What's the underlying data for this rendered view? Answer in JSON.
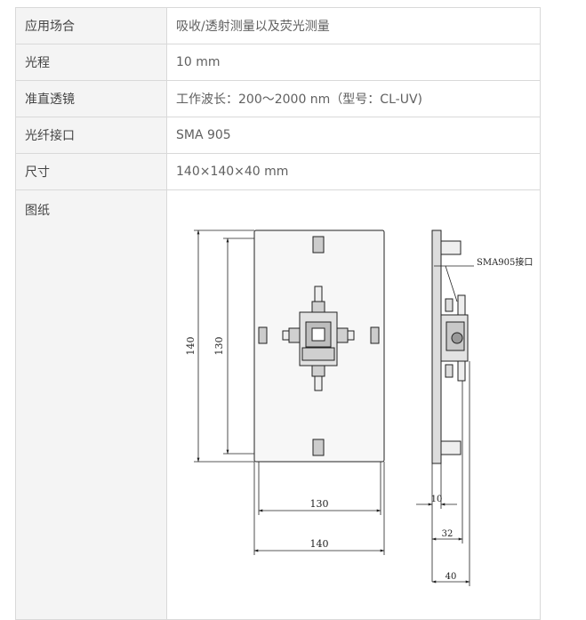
{
  "rows": [
    {
      "key": "应用场合",
      "value": "吸收/透射测量以及荧光测量"
    },
    {
      "key": "光程",
      "value": "10 mm"
    },
    {
      "key": "准直透镜",
      "value": "工作波长：200～2000 nm（型号：CL-UV)"
    },
    {
      "key": "光纤接口",
      "value": "SMA 905"
    },
    {
      "key": "尺寸",
      "value": "140×140×40 mm"
    }
  ],
  "drawing": {
    "label": "图纸",
    "dims": {
      "height_outer": "140",
      "height_inner": "130",
      "width_inner": "130",
      "width_outer": "140",
      "side_10": "10",
      "side_32": "32",
      "side_40": "40"
    },
    "callout": "SMA905接口"
  }
}
